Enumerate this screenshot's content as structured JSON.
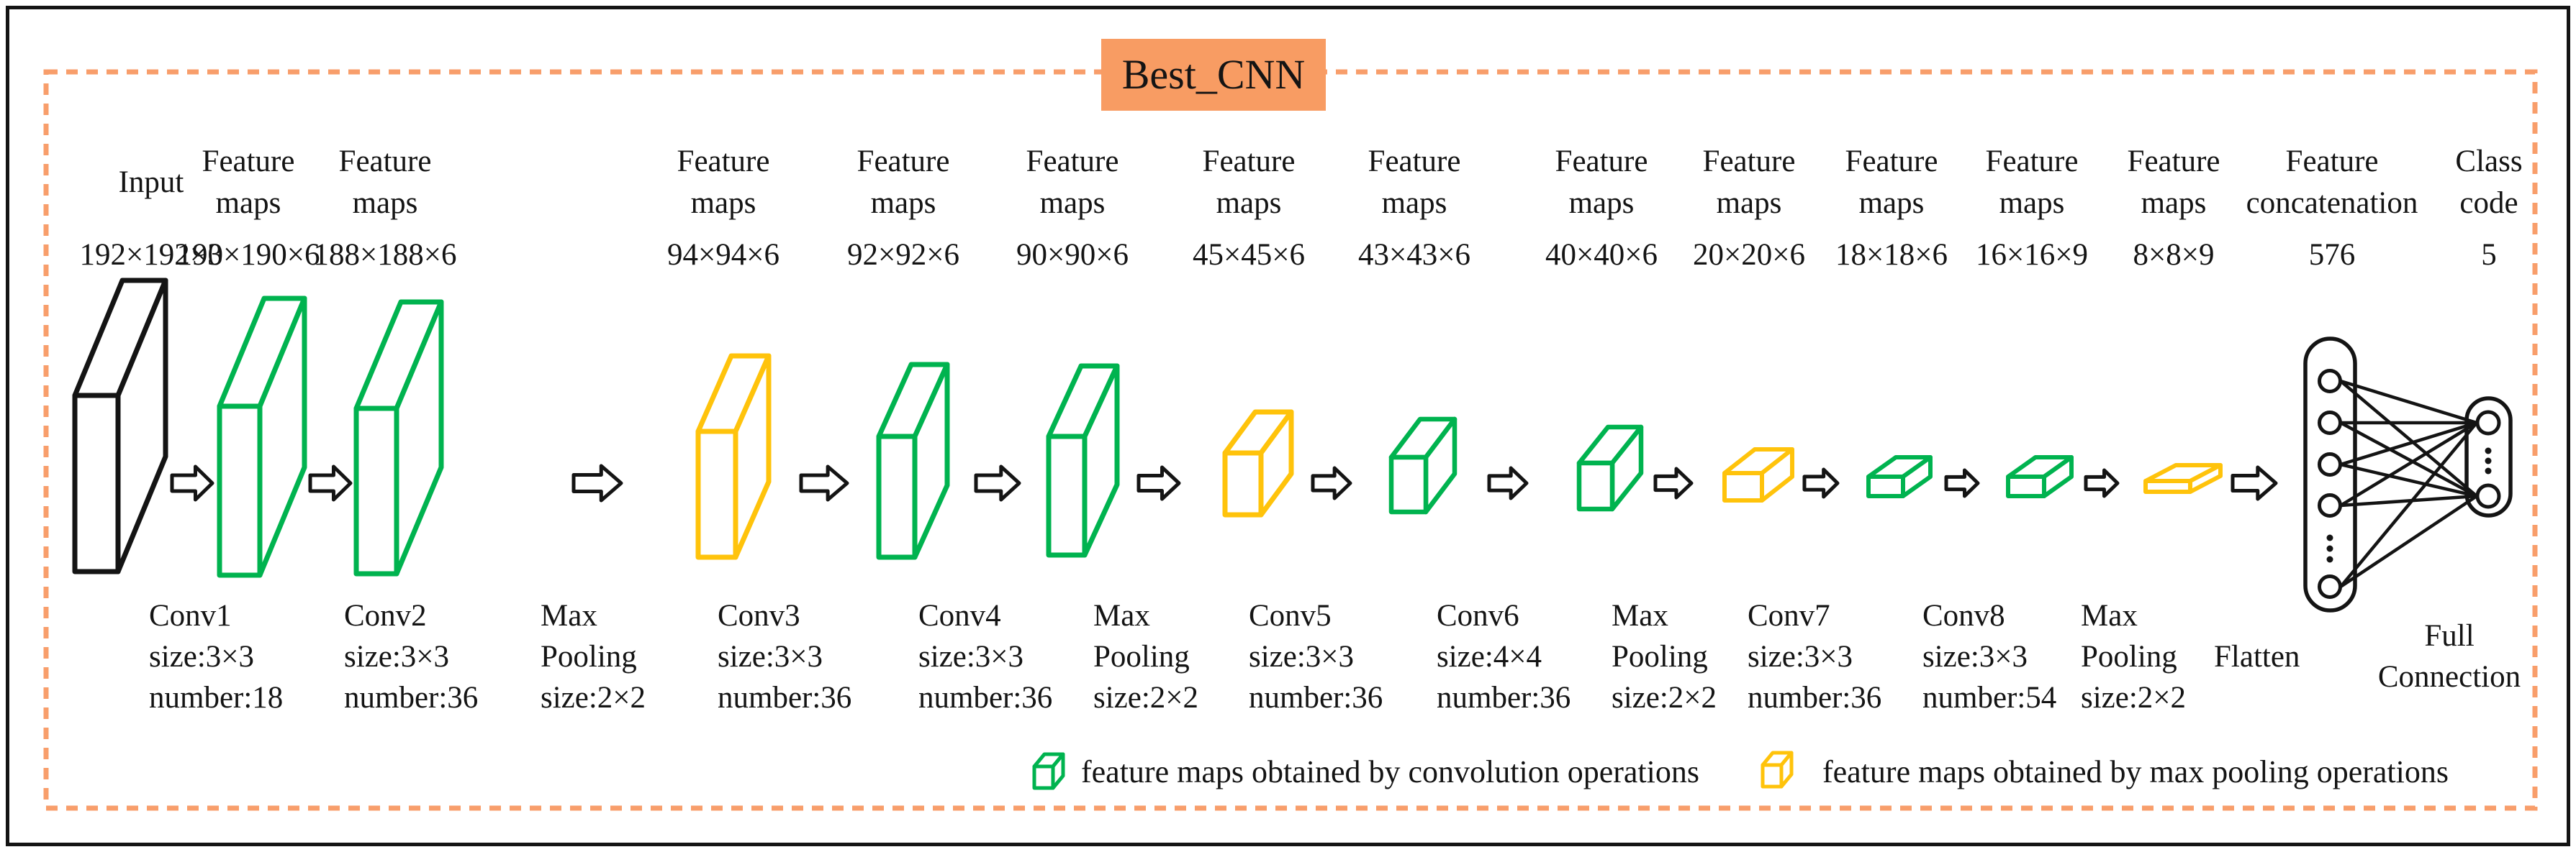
{
  "title": "Best_CNN",
  "colors": {
    "conv_green": "#00B34F",
    "pool_yellow": "#FFC30B",
    "frame_orange": "#F89E6B",
    "title_bg": "#F89C63",
    "ink": "#141414"
  },
  "top_labels": [
    {
      "l1": "Input",
      "l2": "",
      "dim": "192×192×3",
      "kind": "input"
    },
    {
      "l1": "Feature",
      "l2": "maps",
      "dim": "190×190×6",
      "kind": "conv"
    },
    {
      "l1": "Feature",
      "l2": "maps",
      "dim": "188×188×6",
      "kind": "conv"
    },
    {
      "l1": "Feature",
      "l2": "maps",
      "dim": "94×94×6",
      "kind": "pool"
    },
    {
      "l1": "Feature",
      "l2": "maps",
      "dim": "92×92×6",
      "kind": "conv"
    },
    {
      "l1": "Feature",
      "l2": "maps",
      "dim": "90×90×6",
      "kind": "conv"
    },
    {
      "l1": "Feature",
      "l2": "maps",
      "dim": "45×45×6",
      "kind": "pool"
    },
    {
      "l1": "Feature",
      "l2": "maps",
      "dim": "43×43×6",
      "kind": "conv"
    },
    {
      "l1": "Feature",
      "l2": "maps",
      "dim": "40×40×6",
      "kind": "conv"
    },
    {
      "l1": "Feature",
      "l2": "maps",
      "dim": "20×20×6",
      "kind": "pool"
    },
    {
      "l1": "Feature",
      "l2": "maps",
      "dim": "18×18×6",
      "kind": "conv"
    },
    {
      "l1": "Feature",
      "l2": "maps",
      "dim": "16×16×9",
      "kind": "conv"
    },
    {
      "l1": "Feature",
      "l2": "maps",
      "dim": "8×8×9",
      "kind": "pool"
    },
    {
      "l1": "Feature",
      "l2": "concatenation",
      "dim": "576",
      "kind": "concat"
    },
    {
      "l1": "Class",
      "l2": "code",
      "dim": "5",
      "kind": "output"
    }
  ],
  "bottom_labels": [
    {
      "l1": "Conv1",
      "l2": "size:3×3",
      "l3": "number:18"
    },
    {
      "l1": "Conv2",
      "l2": "size:3×3",
      "l3": "number:36"
    },
    {
      "l1": "Max",
      "l2": "Pooling",
      "l3": "size:2×2"
    },
    {
      "l1": "Conv3",
      "l2": "size:3×3",
      "l3": "number:36"
    },
    {
      "l1": "Conv4",
      "l2": "size:3×3",
      "l3": "number:36"
    },
    {
      "l1": "Max",
      "l2": "Pooling",
      "l3": "size:2×2"
    },
    {
      "l1": "Conv5",
      "l2": "size:3×3",
      "l3": "number:36"
    },
    {
      "l1": "Conv6",
      "l2": "size:4×4",
      "l3": "number:36"
    },
    {
      "l1": "Max",
      "l2": "Pooling",
      "l3": "size:2×2"
    },
    {
      "l1": "Conv7",
      "l2": "size:3×3",
      "l3": "number:36"
    },
    {
      "l1": "Conv8",
      "l2": "size:3×3",
      "l3": "number:54"
    },
    {
      "l1": "Max",
      "l2": "Pooling",
      "l3": "size:2×2"
    },
    {
      "l1": "Flatten"
    },
    {
      "l1": "Full",
      "l2": "Connection"
    }
  ],
  "legend": {
    "conv_label": "feature maps obtained by convolution operations",
    "pool_label": "feature maps obtained by max pooling operations"
  }
}
